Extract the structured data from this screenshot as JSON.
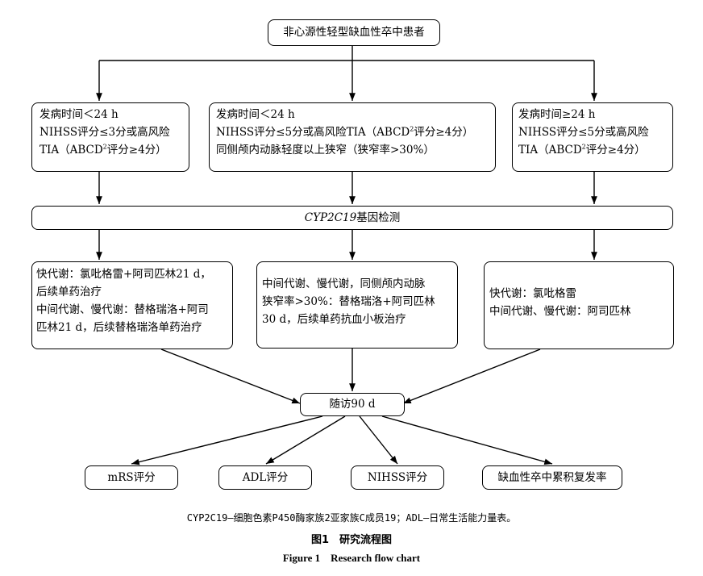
{
  "nodes": {
    "root": "非心源性轻型缺血性卒中患者",
    "criteria_left": [
      "发病时间＜24 h",
      "NIHSS评分≤3分或高风险",
      "TIA（ABCD",
      "评分≥4分）"
    ],
    "criteria_mid": [
      "发病时间＜24 h",
      "NIHSS评分≤5分或高风险TIA（ABCD",
      "评分≥4分）",
      "同侧颅内动脉轻度以上狭窄（狭窄率>30%）"
    ],
    "criteria_right": [
      "发病时间≥24 h",
      "NIHSS评分≤5分或高风险",
      "TIA（ABCD",
      "评分≥4分）"
    ],
    "superscript": "2",
    "gene_test_italic": "CYP2C19",
    "gene_test_rest": "基因检测",
    "treatment_left": [
      "快代谢：氯吡格雷+阿司匹林21 d，",
      "后续单药治疗",
      "中间代谢、慢代谢：替格瑞洛+阿司",
      "匹林21 d，后续替格瑞洛单药治疗"
    ],
    "treatment_mid": [
      "中间代谢、慢代谢，同侧颅内动脉",
      "狭窄率>30%：替格瑞洛+阿司匹林",
      "30 d，后续单药抗血小板治疗"
    ],
    "treatment_right": [
      "快代谢：氯吡格雷",
      "中间代谢、慢代谢：阿司匹林"
    ],
    "followup": "随访90 d",
    "outcomes": [
      "mRS评分",
      "ADL评分",
      "NIHSS评分",
      "缺血性卒中累积复发率"
    ]
  },
  "caption": {
    "note": "CYP2C19—细胞色素P450酶家族2亚家族C成员19；ADL—日常生活能力量表。",
    "title_cn": "图1　研究流程图",
    "title_en": "Figure 1　Research flow chart"
  }
}
